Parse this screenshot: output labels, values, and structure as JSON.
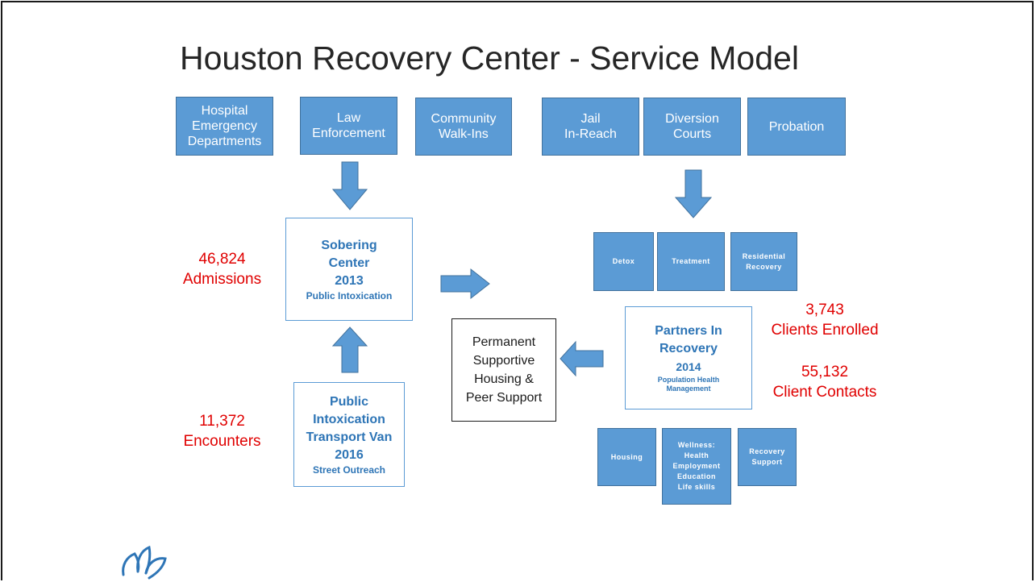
{
  "title": "Houston Recovery Center - Service Model",
  "colors": {
    "box_fill": "#5b9bd5",
    "box_border": "#41719c",
    "accent_text": "#2e75b6",
    "stat_red": "#e00000"
  },
  "sources": [
    {
      "lines": [
        "Hospital",
        "Emergency",
        "Departments"
      ]
    },
    {
      "lines": [
        "Law",
        "Enforcement"
      ]
    },
    {
      "lines": [
        "Community",
        "Walk-Ins"
      ]
    },
    {
      "lines": [
        "Jail",
        "In-Reach"
      ]
    },
    {
      "lines": [
        "Diversion",
        "Courts"
      ]
    },
    {
      "lines": [
        "Probation"
      ]
    }
  ],
  "sobering_center": {
    "name_1": "Sobering",
    "name_2": "Center",
    "year": "2013",
    "sub": "Public Intoxication"
  },
  "transport_van": {
    "line_1": "Public",
    "line_2": "Intoxication",
    "line_3": "Transport Van",
    "year": "2016",
    "sub": "Street Outreach"
  },
  "programs": {
    "detox": "Detox",
    "treatment": "Treatment",
    "residential": [
      "Residential",
      "Recovery"
    ]
  },
  "partners": {
    "name_1": "Partners In",
    "name_2": "Recovery",
    "year": "2014",
    "sub_1": "Population Health",
    "sub_2": "Management"
  },
  "permanent": {
    "lines": [
      "Permanent",
      "Supportive",
      "Housing &",
      "Peer Support"
    ]
  },
  "supports": {
    "housing": "Housing",
    "wellness": [
      "Wellness:",
      "Health",
      "Employment",
      "Education",
      "Life skills"
    ],
    "recovery": [
      "Recovery",
      "Support"
    ]
  },
  "stats": {
    "admissions_num": "46,824",
    "admissions_label": "Admissions",
    "encounters_num": "11,372",
    "encounters_label": "Encounters",
    "enrolled_num": "3,743",
    "enrolled_label": "Clients Enrolled",
    "contacts_num": "55,132",
    "contacts_label": "Client Contacts"
  },
  "logo": "leaf-logo-icon"
}
